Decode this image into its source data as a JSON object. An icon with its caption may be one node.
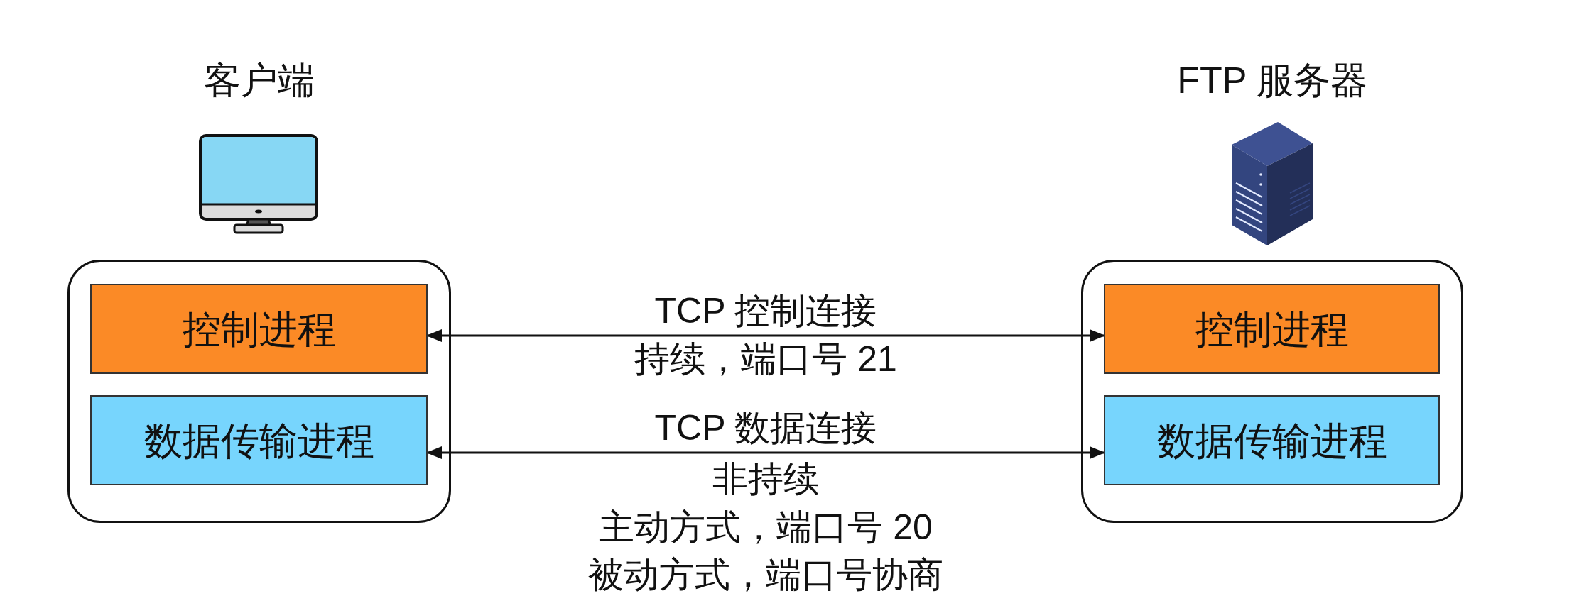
{
  "diagram": {
    "nodes": [
      {
        "text": [
          "客户端"
        ]
      },
      {
        "text": [
          "控制进程"
        ],
        "in": 0
      },
      {
        "text": [
          "数据传输进程"
        ],
        "in": 0
      },
      {
        "text": [
          "FTP 服务器"
        ]
      },
      {
        "text": [
          "控制进程"
        ],
        "in": 3
      },
      {
        "text": [
          "数据传输进程"
        ],
        "in": 3
      }
    ],
    "edges": [
      {
        "from": 1,
        "to": 4,
        "arrow": "both",
        "label": "TCP 控制连接"
      },
      {
        "from": 2,
        "to": 5,
        "arrow": "both",
        "label": "TCP 数据连接"
      }
    ],
    "labels": [
      "持续，端口号 21",
      "非持续",
      "主动方式，端口号 20",
      "被动方式，端口号协商"
    ]
  }
}
